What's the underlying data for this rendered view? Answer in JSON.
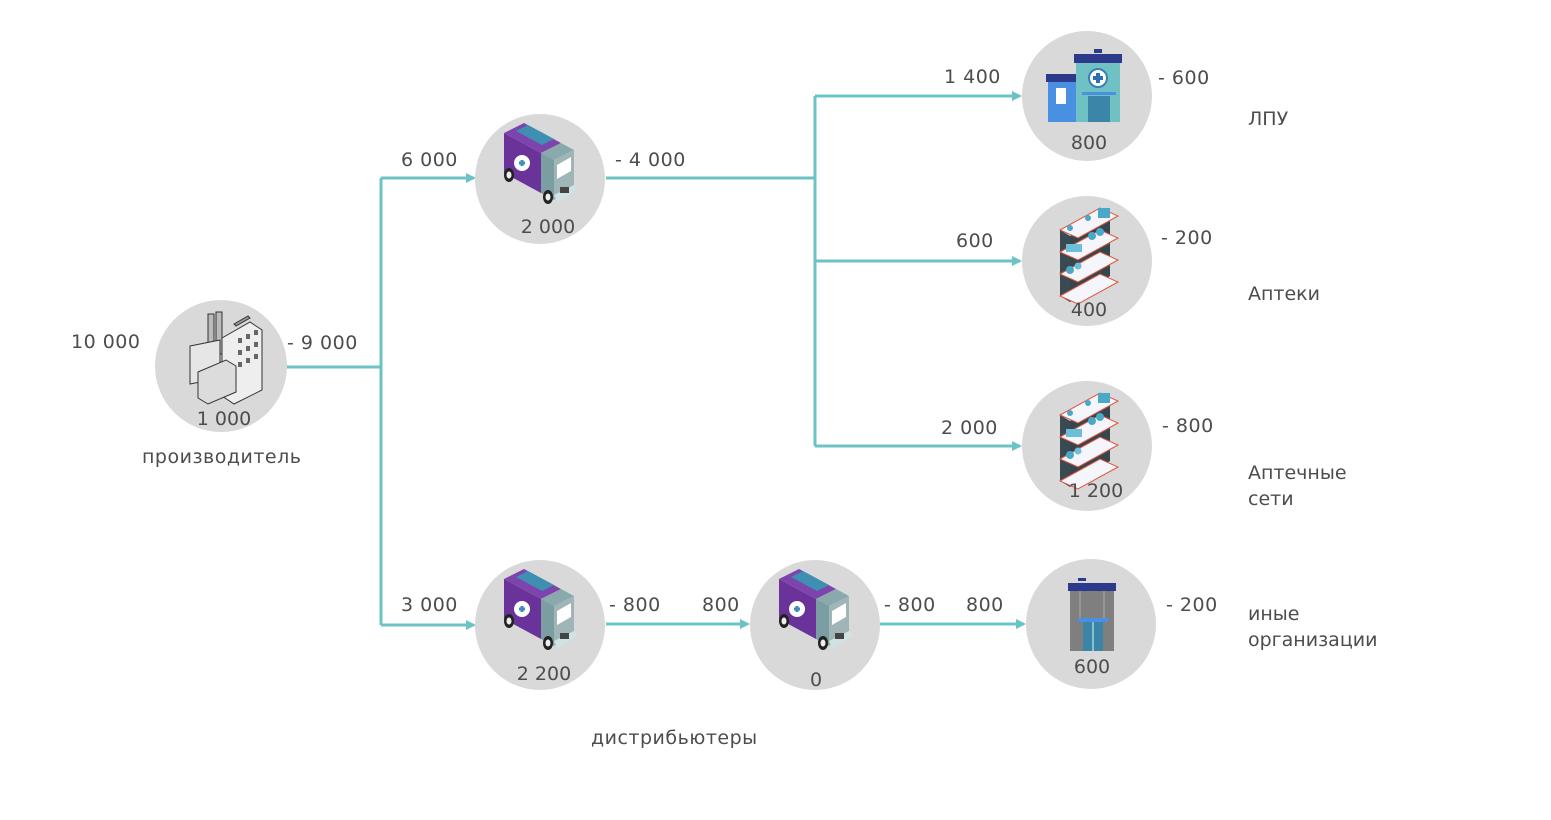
{
  "colors": {
    "flow_line": "#6cc3c6",
    "node_circle": "#d9d9d9",
    "text": "#4d4d4d",
    "van_body": "#6a3399",
    "van_roof": "#3f8fb3",
    "hospital_blue": "#4a90e2",
    "hospital_teal": "#6fc1c4",
    "roof_navy": "#2d3a8c"
  },
  "nodes": {
    "manufacturer": {
      "icon": "factory-icon",
      "inflow": "10 000",
      "outflow": "- 9 000",
      "stock": "1 000",
      "label": "производитель"
    },
    "distributor_top": {
      "icon": "van-icon",
      "inflow": "6 000",
      "outflow": "- 4 000",
      "stock": "2 000"
    },
    "distributor_bottom": {
      "icon": "van-icon",
      "inflow": "3 000",
      "outflow": "- 800",
      "stock": "2 200"
    },
    "distributor_second": {
      "icon": "van-icon",
      "inflow": "800",
      "outflow": "- 800",
      "stock": "0"
    },
    "lpu": {
      "icon": "hospital-icon",
      "inflow": "1 400",
      "outflow": "- 600",
      "stock": "800",
      "label": "ЛПУ"
    },
    "pharmacies": {
      "icon": "pharmacy-shelf-icon",
      "inflow": "600",
      "outflow": "- 200",
      "stock": "400",
      "label": "Аптеки"
    },
    "pharmacy_chains": {
      "icon": "pharmacy-shelf-icon",
      "inflow": "2 000",
      "outflow": "- 800",
      "stock": "1 200",
      "label_line1": "Аптечные",
      "label_line2": "сети"
    },
    "other_orgs": {
      "icon": "office-building-icon",
      "inflow": "800",
      "outflow": "- 200",
      "stock": "600",
      "label_line1": "иные",
      "label_line2": "организации"
    }
  },
  "group_labels": {
    "distributors": "дистрибьютеры"
  }
}
